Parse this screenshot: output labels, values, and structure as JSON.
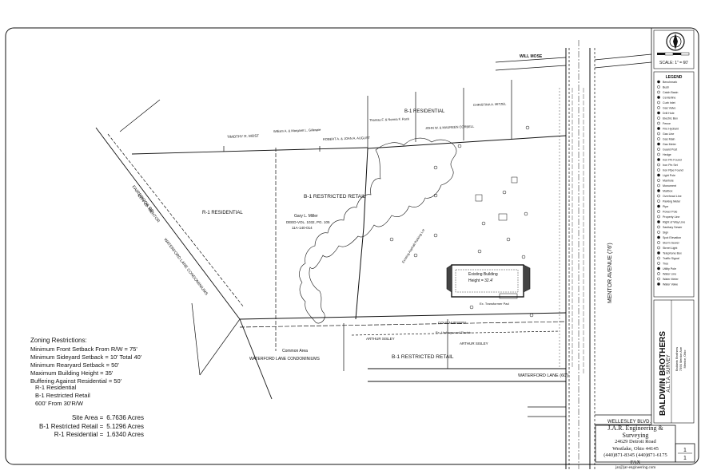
{
  "labels": {
    "wall_mose": "WILL MOSE",
    "zone_br1_top": "B-1 RESIDENTIAL",
    "zone_r1": "R-1 RESIDENTIAL",
    "zone_b1_main": "B-1 RESTRICTED RETAIL",
    "zone_b1_bottom": "B-1 RESTRICTED RETAIL",
    "owner_miller": "Gary L. Miller",
    "owner_miller_deed": "DEED-VOL. 1032, PG. 105",
    "owner_miller_pp": "11A-140-014",
    "road_fairbrook": "FAIRBROOK RD",
    "condo_city": "CITY OF MENTOR",
    "condo_waterford": "WATERFORD LANE CONDOMINIUMS",
    "common_area": "Common Area",
    "condo_bottom": "WATERFORD LANE CONDOMINIUMS",
    "existing_building": "Existing Building",
    "building_height": "Height = 32.4'",
    "mentor_avenue": "MENTOR AVENUE (76')",
    "waterford_lane": "WATERFORD LANE (60')",
    "wellesley_blvd": "WELLESLEY BLVD.",
    "owner_arthur_1": "ARTHUR SISLEY",
    "owner_arthur_2": "ARTHUR SISLEY",
    "owner_timothy": "TIMOTHY R. MOST",
    "owner_william": "William A. & Margaret L. Gillespie",
    "owner_robert": "ROBERT A. & JOAN A. AUGUST",
    "owner_thomas": "Thomas F. & Norma F. Ruck",
    "owner_john": "JOHN W. & MAUREEN CORBELL",
    "owner_christina": "CHRISTINA A. MITZEL",
    "cole_nursery": "COLE NURSERY",
    "ex_transformer_pad": "Ex. Transformer Pad",
    "ex_underground_electric": "Ex. Underground Electric",
    "ex_asphalt_parking": "Existing Asphalt Parking Lot"
  },
  "north": {
    "scale": "SCALE: 1\" = 60'"
  },
  "legend": {
    "title": "LEGEND",
    "items": [
      "Benchmark",
      "Bush",
      "Catch Basin",
      "Centerline",
      "Curb Inlet",
      "Gas Valve",
      "Drill Hole",
      "Electric Box",
      "Fence",
      "Fire Hydrant",
      "Gas Line",
      "Gas Main",
      "Gas Meter",
      "Guard Post",
      "Hedge",
      "Iron Pin Found",
      "Iron Pin Set",
      "Iron Pipe Found",
      "Light Pole",
      "Manhole",
      "Monument",
      "Mailbox",
      "Overhead Line",
      "Parking Meter",
      "Pipe",
      "Power Pole",
      "Property Line",
      "Right of Way Line",
      "Sanitary Sewer",
      "Sign",
      "Spot Elevation",
      "Storm Sewer",
      "Street Light",
      "Telephone Box",
      "Traffic Signal",
      "Tree",
      "Utility Pole",
      "Water Line",
      "Water Meter",
      "Water Valve"
    ]
  },
  "title_block": {
    "project_line1": "BALDWIN BROTHERS",
    "project_line2": "A.L.T.A. SURVEY",
    "notes": [
      "Baldwin Brothers",
      "7390 Mentor Ave",
      "Mentor, Ohio"
    ],
    "firm": "J.A.R. Engineering & Surveying",
    "address1": "24629 Detroit Road",
    "address2": "Westlake, Ohio 44145",
    "phone": "(440)871-8345 (440)871-6175 FAX",
    "email": "jar@jar-engineering.com",
    "sheet_number": "1",
    "sheet_total": "1"
  },
  "zoning": {
    "title": "Zoning Restrictions:",
    "rows": [
      "Minimum Front Setback From R/W = 75'",
      "Minimum Sideyard Setback = 10' Total 40'",
      "Minimum Rearyard Setback = 50'",
      "Maximum Building Height = 35'",
      "Buffering Against Residential = 50'"
    ]
  },
  "districts": [
    "R-1 Residential",
    "B-1 Restricted Retail",
    "600' From 30'R/W"
  ],
  "areas": [
    {
      "label": "Site Area =",
      "value": "6.7636 Acres"
    },
    {
      "label": "B-1 Restricted Retail =",
      "value": "5.1296 Acres"
    },
    {
      "label": "R-1 Residential =",
      "value": "1.6340 Acres"
    }
  ]
}
